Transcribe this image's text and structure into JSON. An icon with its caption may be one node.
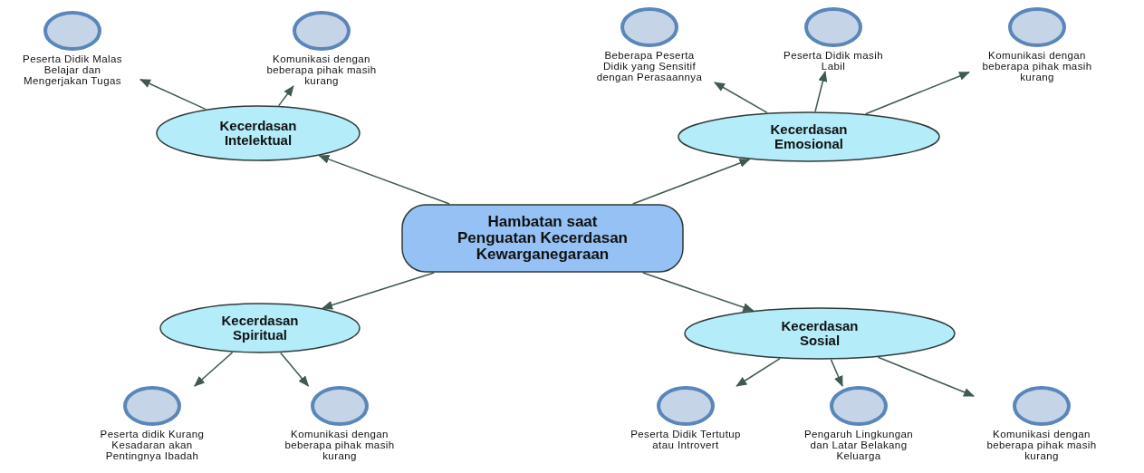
{
  "diagram": {
    "nodes": [
      {
        "text": [
          "Hambatan saat Penguatan Kecerdasan Kewarganegaraan"
        ]
      },
      {
        "text": [
          "Kecerdasan Intelektual"
        ]
      },
      {
        "text": [
          "Kecerdasan Emosional"
        ]
      },
      {
        "text": [
          "Kecerdasan Spiritual"
        ]
      },
      {
        "text": [
          "Kecerdasan Sosial"
        ]
      },
      {
        "text": [
          "Peserta Didik Malas Belajar dan Mengerjakan Tugas"
        ]
      },
      {
        "text": [
          "Komunikasi dengan beberapa pihak masih kurang"
        ]
      },
      {
        "text": [
          "Beberapa Peserta Didik yang Sensitif dengan Perasaannya"
        ]
      },
      {
        "text": [
          "Peserta Didik masih Labil"
        ]
      },
      {
        "text": [
          "Komunikasi dengan beberapa pihak masih kurang"
        ]
      },
      {
        "text": [
          "Peserta didik Kurang Kesadaran akan Pentingnya Ibadah"
        ]
      },
      {
        "text": [
          "Komunikasi dengan beberapa pihak masih kurang"
        ]
      },
      {
        "text": [
          "Peserta Didik Tertutup atau Introvert"
        ]
      },
      {
        "text": [
          "Pengaruh Lingkungan dan Latar Belakang Keluarga"
        ]
      },
      {
        "text": [
          "Komunikasi dengan beberapa pihak masih kurang"
        ]
      }
    ],
    "edges": [
      {
        "from": 0,
        "to": 1,
        "arrow": "to"
      },
      {
        "from": 0,
        "to": 2,
        "arrow": "to"
      },
      {
        "from": 0,
        "to": 3,
        "arrow": "to"
      },
      {
        "from": 0,
        "to": 4,
        "arrow": "to"
      },
      {
        "from": 1,
        "to": 5,
        "arrow": "to"
      },
      {
        "from": 1,
        "to": 6,
        "arrow": "to"
      },
      {
        "from": 2,
        "to": 7,
        "arrow": "to"
      },
      {
        "from": 2,
        "to": 8,
        "arrow": "to"
      },
      {
        "from": 2,
        "to": 9,
        "arrow": "to"
      },
      {
        "from": 3,
        "to": 10,
        "arrow": "to"
      },
      {
        "from": 3,
        "to": 11,
        "arrow": "to"
      },
      {
        "from": 4,
        "to": 12,
        "arrow": "to"
      },
      {
        "from": 4,
        "to": 13,
        "arrow": "to"
      },
      {
        "from": 4,
        "to": 14,
        "arrow": "to"
      }
    ]
  }
}
